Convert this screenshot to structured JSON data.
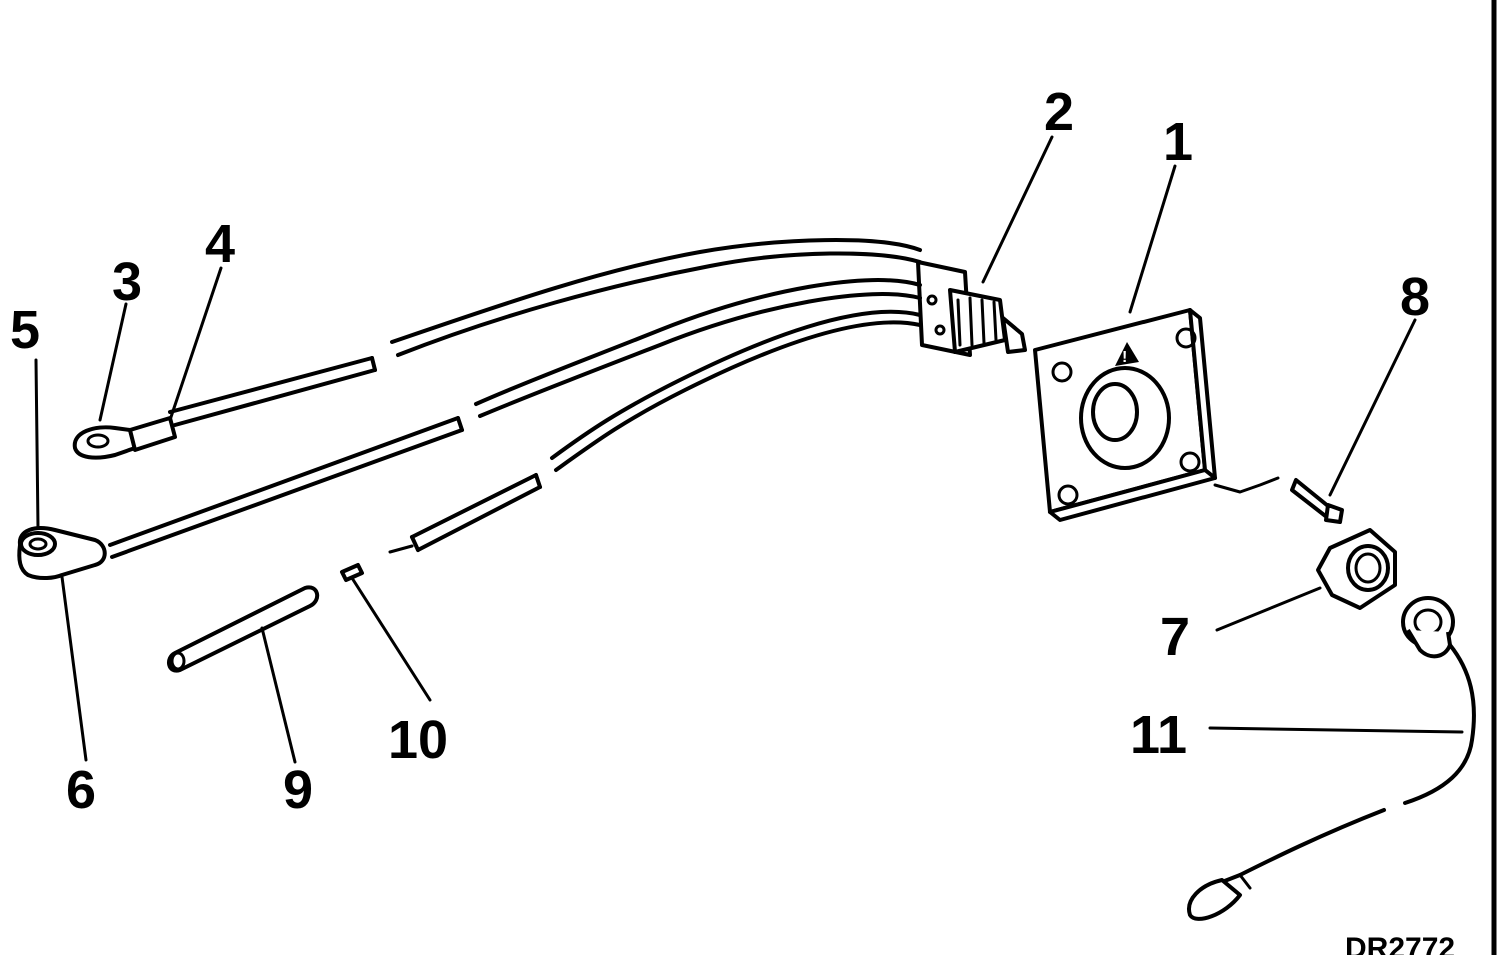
{
  "diagram": {
    "labels": [
      {
        "id": "1",
        "text": "1"
      },
      {
        "id": "2",
        "text": "2"
      },
      {
        "id": "3",
        "text": "3"
      },
      {
        "id": "4",
        "text": "4"
      },
      {
        "id": "5",
        "text": "5"
      },
      {
        "id": "6",
        "text": "6"
      },
      {
        "id": "7",
        "text": "7"
      },
      {
        "id": "8",
        "text": "8"
      },
      {
        "id": "9",
        "text": "9"
      },
      {
        "id": "10",
        "text": "10"
      },
      {
        "id": "11",
        "text": "11"
      }
    ],
    "reference_code": "DR2772"
  }
}
